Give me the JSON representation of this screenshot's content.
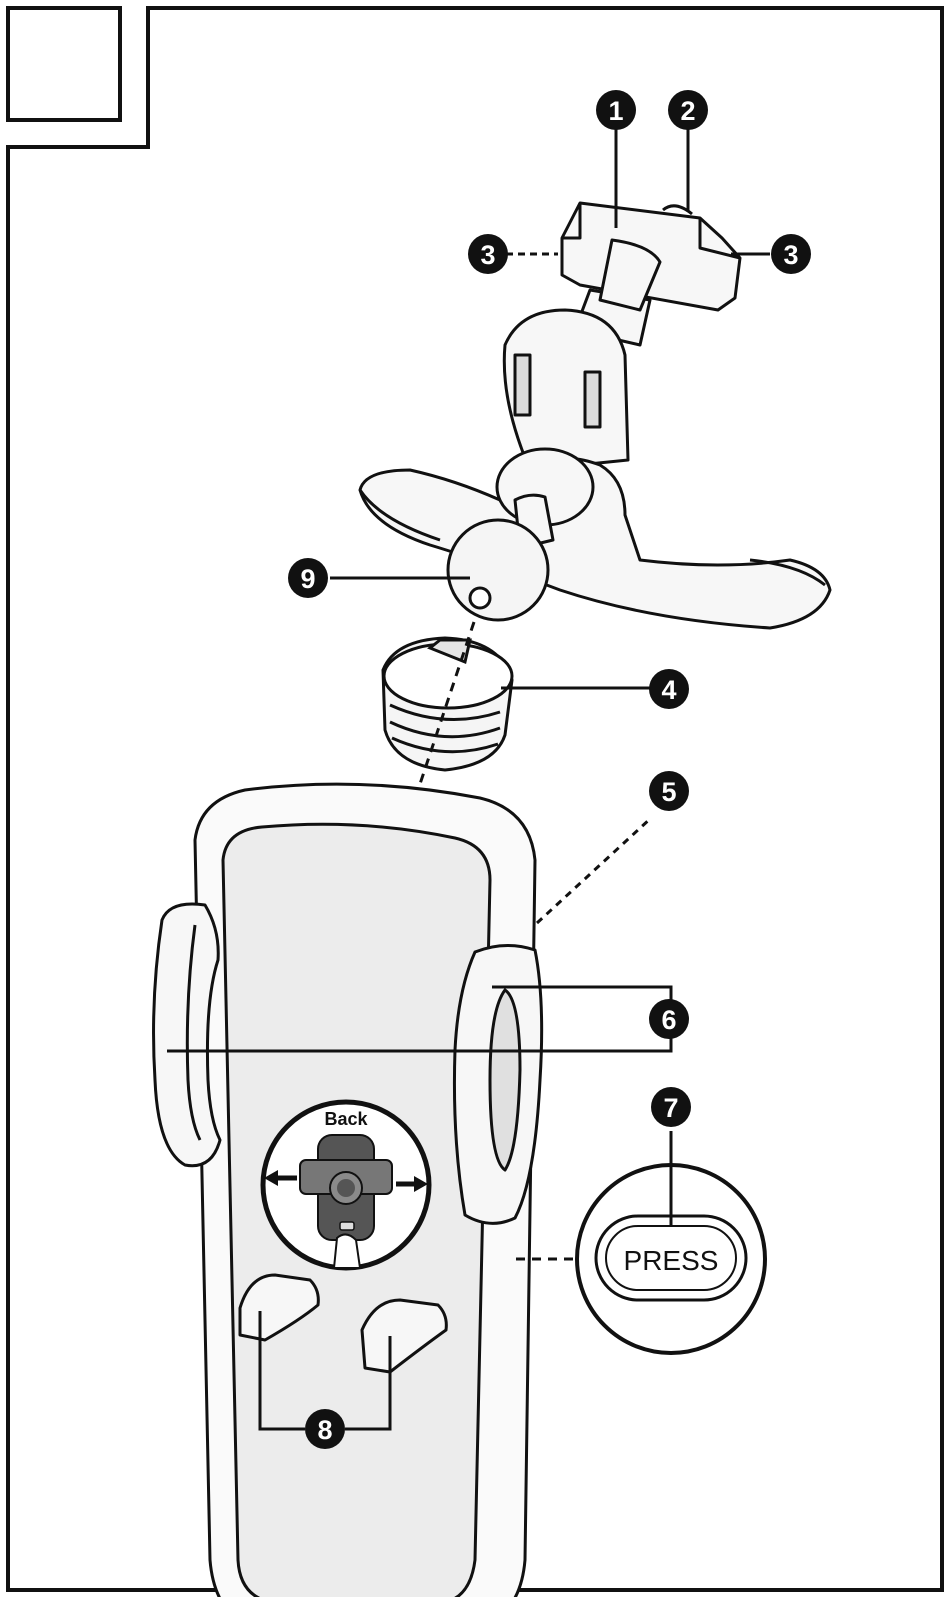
{
  "figure": {
    "callouts": [
      "1",
      "2",
      "3",
      "3",
      "4",
      "5",
      "6",
      "7",
      "8",
      "9"
    ],
    "inset_label": "Back",
    "button_label": "PRESS"
  },
  "colors": {
    "outline": "#111111",
    "fill_light": "#f2f2f2",
    "fill_panel": "#e6e6e6",
    "fill_dark": "#555555",
    "callout_fill": "#111111",
    "callout_text": "#ffffff"
  }
}
